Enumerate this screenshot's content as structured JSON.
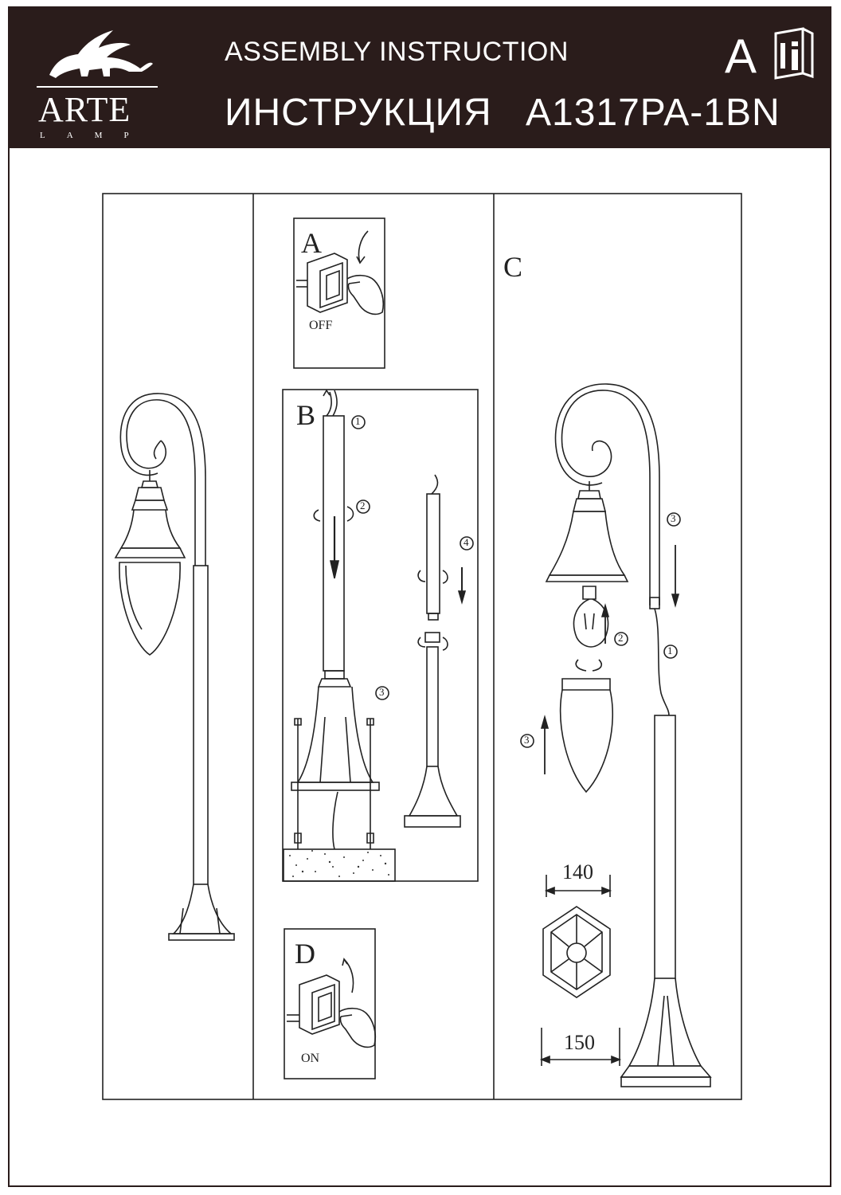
{
  "header": {
    "brand": "ARTE",
    "brand_sub": "LAMP",
    "title_en": "ASSEMBLY  INSTRUCTION",
    "title_ru": "ИНСТРУКЦИЯ",
    "model": "A1317PA-1BN",
    "letter": "A",
    "icon": "manual-info-icon"
  },
  "panels": {
    "a": {
      "letter": "A",
      "switch_text": "OFF"
    },
    "b": {
      "letter": "B",
      "steps": [
        "1",
        "2",
        "3",
        "4"
      ]
    },
    "c": {
      "letter": "C",
      "steps": [
        "3",
        "2",
        "1",
        "3"
      ],
      "dim_top": "140",
      "dim_bottom": "150"
    },
    "d": {
      "letter": "D",
      "switch_text": "ON"
    }
  },
  "colors": {
    "header_bg": "#2a1c1b",
    "ink": "#222222"
  }
}
